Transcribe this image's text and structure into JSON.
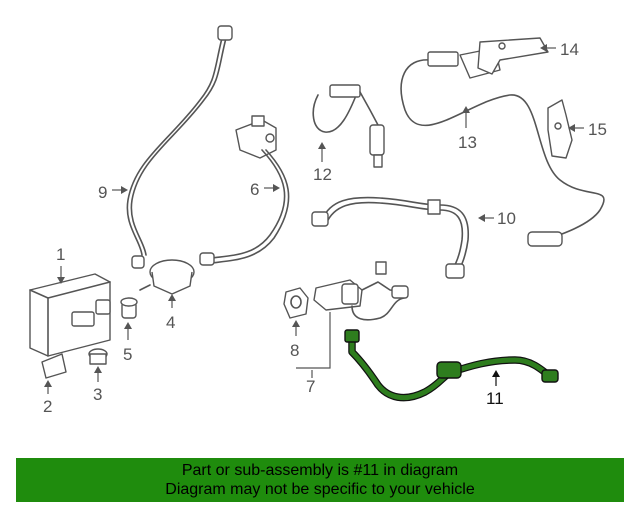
{
  "banner": {
    "line1": "Part or sub-assembly is #11 in diagram",
    "line2": "Diagram may not be specific to your vehicle",
    "background": "#1f8c0d"
  },
  "highlight_color": "#2e7d1e",
  "callouts": [
    {
      "id": "1",
      "label": "1"
    },
    {
      "id": "2",
      "label": "2"
    },
    {
      "id": "3",
      "label": "3"
    },
    {
      "id": "4",
      "label": "4"
    },
    {
      "id": "5",
      "label": "5"
    },
    {
      "id": "6",
      "label": "6"
    },
    {
      "id": "7",
      "label": "7"
    },
    {
      "id": "8",
      "label": "8"
    },
    {
      "id": "9",
      "label": "9"
    },
    {
      "id": "10",
      "label": "10"
    },
    {
      "id": "11",
      "label": "11",
      "highlighted": true
    },
    {
      "id": "12",
      "label": "12"
    },
    {
      "id": "13",
      "label": "13"
    },
    {
      "id": "14",
      "label": "14"
    },
    {
      "id": "15",
      "label": "15"
    }
  ]
}
